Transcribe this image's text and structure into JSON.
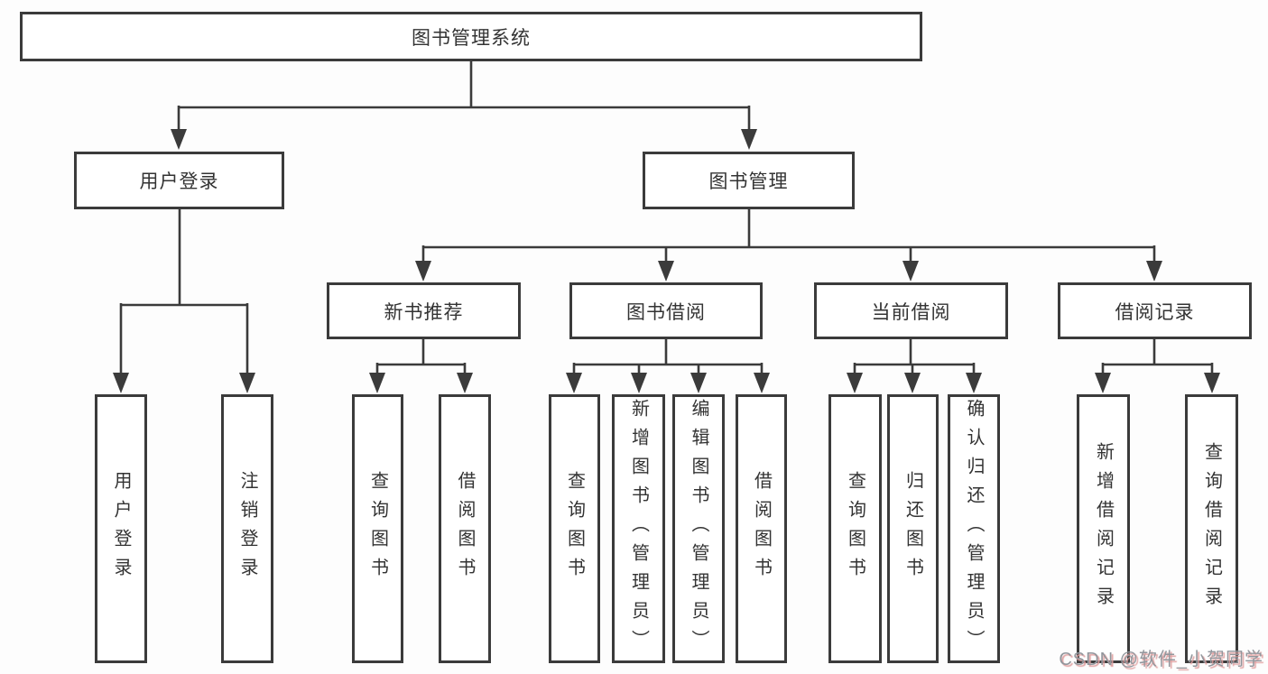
{
  "tree": {
    "label": "图书管理系统",
    "children": [
      {
        "label": "用户登录",
        "children": [
          {
            "label": "用户登录"
          },
          {
            "label": "注销登录"
          }
        ]
      },
      {
        "label": "图书管理",
        "children": [
          {
            "label": "新书推荐",
            "children": [
              {
                "label": "查询图书"
              },
              {
                "label": "借阅图书"
              }
            ]
          },
          {
            "label": "图书借阅",
            "children": [
              {
                "label": "查询图书"
              },
              {
                "label": "新增图书（管理员）"
              },
              {
                "label": "编辑图书（管理员）"
              },
              {
                "label": "借阅图书"
              }
            ]
          },
          {
            "label": "当前借阅",
            "children": [
              {
                "label": "查询图书"
              },
              {
                "label": "归还图书"
              },
              {
                "label": "确认归还（管理员）"
              }
            ]
          },
          {
            "label": "借阅记录",
            "children": [
              {
                "label": "新增借阅记录"
              },
              {
                "label": "查询借阅记录"
              }
            ]
          }
        ]
      }
    ]
  },
  "watermark": {
    "text": "CSDN @软件_小贺同学"
  },
  "colors": {
    "line": "#3b3b3b",
    "box_border": "#3b3b3b",
    "box_fill": "#ffffff",
    "text": "#333333",
    "background": "#fdfdfd",
    "watermark_text": "#92969c",
    "watermark_shadow": "#e0a0a0"
  }
}
